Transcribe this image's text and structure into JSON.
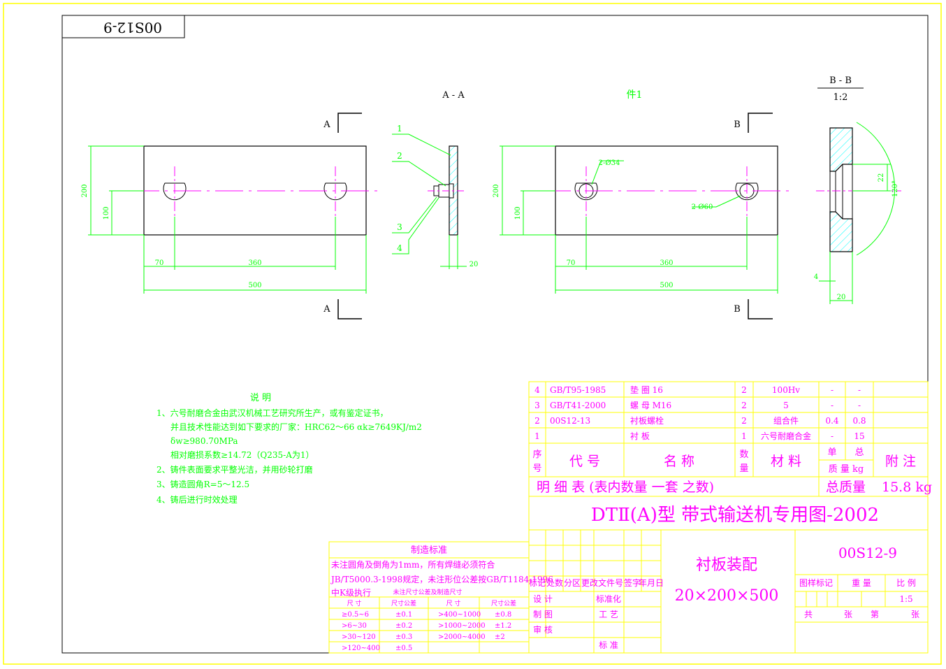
{
  "colors": {
    "border": "#ffff00",
    "outline": "#000000",
    "dimension": "#00ff00",
    "centerline": "#ff00ff",
    "hatch": "#00ffff",
    "text_magenta": "#ff00ff",
    "text_green": "#00ff00"
  },
  "drawing_number_mirrored": "00S12-9",
  "views": {
    "section_aa_title": "A - A",
    "part1_title": "件1",
    "section_bb_title": "B - B",
    "section_bb_scale": "1:2",
    "cut_a": "A",
    "cut_b": "B"
  },
  "dims_left": {
    "height": "200",
    "half": "100",
    "offset": "70",
    "pitch": "360",
    "length": "500"
  },
  "dims_aa": {
    "thk": "20",
    "balloons": [
      "1",
      "2",
      "3",
      "4"
    ]
  },
  "dims_part1": {
    "height": "200",
    "half": "100",
    "offset": "70",
    "pitch": "360",
    "length": "500",
    "hole1": "2-Ø34",
    "hole2": "2-Ø60"
  },
  "dims_bb": {
    "d22": "22",
    "angle": "120°",
    "d4": "4",
    "d20": "20"
  },
  "notes": {
    "title": "说  明",
    "lines": [
      "1、六号耐磨合金由武汉机械工艺研究所生产，或有鉴定证书，",
      "并且技术性能达到如下要求的厂家：HRC62～66  αk≥7649KJ/m2",
      "δw≥980.70MPa",
      "相对磨损系数≥14.72（Q235-A为1）",
      "2、铸件表面要求平整光洁，并用砂轮打磨",
      "3、铸造圆角R=5～12.5",
      "4、铸后进行时效处理"
    ]
  },
  "bom": {
    "rows": [
      {
        "no": "4",
        "code": "GB/T95-1985",
        "name": "垫  圈 16",
        "qty": "2",
        "material": "100Hv",
        "unit_mass": "-",
        "total_mass": "-"
      },
      {
        "no": "3",
        "code": "GB/T41-2000",
        "name": "螺  母 M16",
        "qty": "2",
        "material": "5",
        "unit_mass": "-",
        "total_mass": "-"
      },
      {
        "no": "2",
        "code": "00S12-13",
        "name": "衬板螺栓",
        "qty": "2",
        "material": "组合件",
        "unit_mass": "0.4",
        "total_mass": "0.8"
      },
      {
        "no": "1",
        "code": "",
        "name": "衬  板",
        "qty": "1",
        "material": "六号耐磨合金",
        "unit_mass": "-",
        "total_mass": "15"
      }
    ],
    "header": {
      "no": [
        "序",
        "号"
      ],
      "code": "代    号",
      "name": "名        称",
      "qty": [
        "数",
        "量"
      ],
      "material": "材    料",
      "unit": "单",
      "total": "总",
      "mass": "质 量 kg",
      "remark": "附    注"
    },
    "footer": {
      "label": "明     细     表     (表内数量  一套  之数)",
      "total_label": "总质量",
      "total_value": "15.8  kg"
    }
  },
  "title_block": {
    "series": "DTⅡ(A)型  带式输送机专用图-2002",
    "name": "衬板装配",
    "size": "20×200×500",
    "drawing_no": "00S12-9",
    "revision_headers": [
      "标记",
      "处数",
      "分区",
      "更改文件号",
      "签字",
      "年月日"
    ],
    "sign": {
      "design": "设 计",
      "draw": "制 图",
      "check": "审 核",
      "standard": "标准化",
      "process": "工 艺",
      "approve": "标 准"
    },
    "stage_label": "图样标记",
    "mass_label": "重   量",
    "scale_label": "比  例",
    "scale_value": "1:5",
    "sheets": {
      "total": "共",
      "sheet": "张",
      "page": "第",
      "page_sheet": "张"
    }
  },
  "mfg": {
    "title": "制造标准",
    "line1": "未注圆角及倒角为1mm，所有焊缝必须符合",
    "line2": "JB/T5000.3-1998规定，未注形位公差按GB/T1184-1996",
    "grade": "中K级执行",
    "subtitle": "未注尺寸公差及制造尺寸",
    "headers": [
      "尺    寸",
      "尺寸公差",
      "尺    寸",
      "尺寸公差"
    ],
    "rows": [
      [
        "≥0.5~6",
        "±0.1",
        ">400~1000",
        "±0.8"
      ],
      [
        ">6~30",
        "±0.2",
        ">1000~2000",
        "±1.2"
      ],
      [
        ">30~120",
        "±0.3",
        ">2000~4000",
        "±2"
      ],
      [
        ">120~400",
        "±0.5",
        "",
        ""
      ]
    ]
  }
}
